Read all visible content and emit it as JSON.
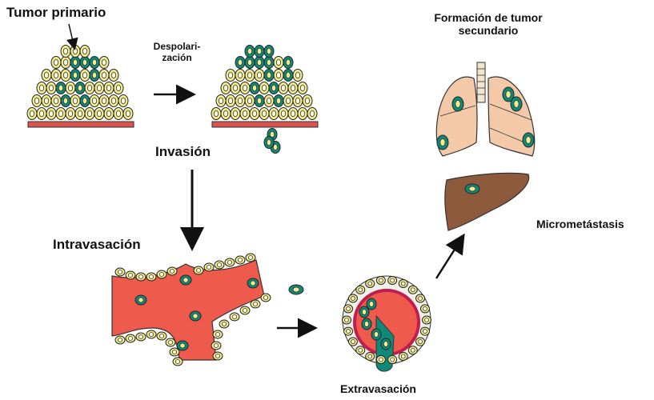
{
  "labels": {
    "primary_tumor": "Tumor primario",
    "depolarization_line1": "Despolari-",
    "depolarization_line2": "zación",
    "invasion": "Invasión",
    "intravasation": "Intravasación",
    "secondary_tumor_line1": "Formación de tumor",
    "secondary_tumor_line2": "secundario",
    "micrometastasis": "Micrometástasis",
    "extravasation": "Extravasación"
  },
  "colors": {
    "normal_cell": "#f3ec8c",
    "tumor_cell": "#0f8a78",
    "tumor_nucleus": "#f3ec8c",
    "basement_membrane": "#d9534f",
    "vessel": "#ee5b4c",
    "lung": "#f3c9a8",
    "liver": "#8e5a3c",
    "arrow": "#111111"
  }
}
